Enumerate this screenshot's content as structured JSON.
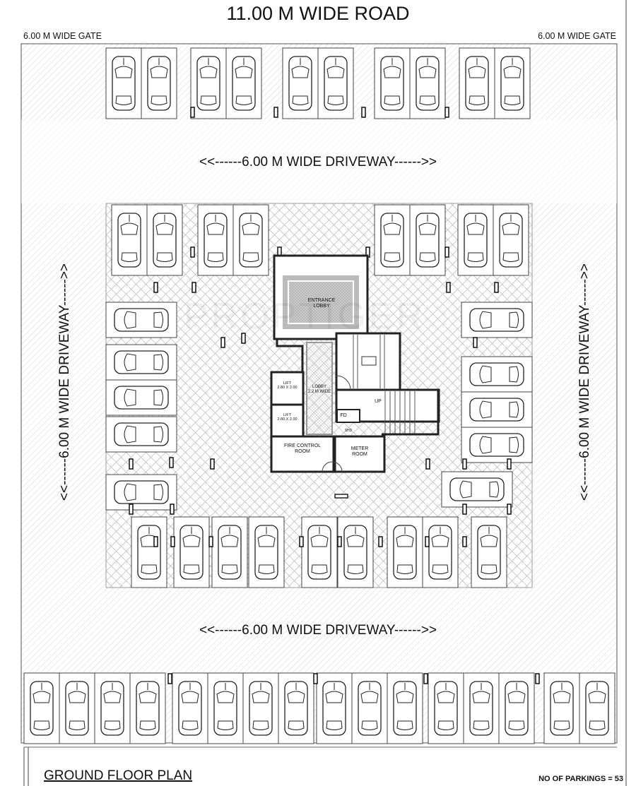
{
  "header": {
    "road": "11.00 M WIDE ROAD",
    "gate_left": "6.00 M WIDE GATE",
    "gate_right": "6.00 M WIDE GATE"
  },
  "driveways": {
    "top": "<<------6.00 M WIDE DRIVEWAY------>>",
    "bottom": "<<------6.00 M WIDE DRIVEWAY------>>",
    "left": "<<------6.00 M WIDE DRIVEWAY------>>",
    "right": "<<------6.00 M WIDE DRIVEWAY------>>"
  },
  "core": {
    "entrance_lobby": "ENTRANCE\nLOBBY",
    "lift_1": "LIFT\n2.80 X 2.00",
    "lift_2": "LIFT\n2.80 X 2.00",
    "lobby": "LOBBY\n2.2 M WIDE",
    "fire_control": "FIRE CONTROL\nROOM",
    "meter_room": "METER\nROOM",
    "fd": "FD",
    "shaft": "SHD",
    "stair_up": "UP"
  },
  "watermark": "PROPTIGER",
  "footer": {
    "title": "GROUND FLOOR PLAN",
    "parkings": "NO OF PARKINGS = 53"
  }
}
